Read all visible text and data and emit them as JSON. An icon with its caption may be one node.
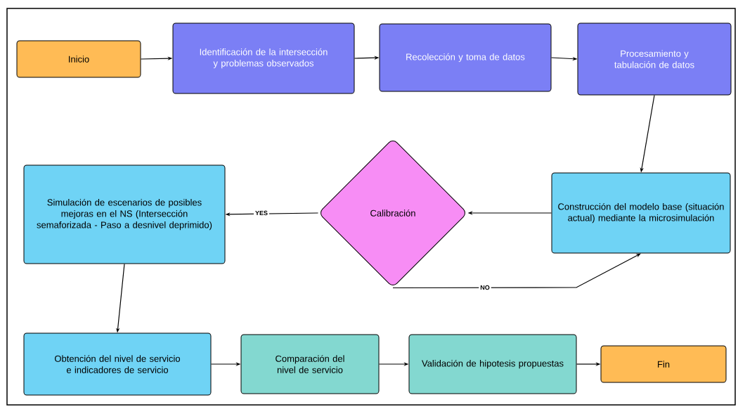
{
  "diagram": {
    "nodes": [
      {
        "text": [
          "Inicio"
        ]
      },
      {
        "text": [
          "Identificación de la intersección y problemas observados"
        ]
      },
      {
        "text": [
          "Recolección y toma de datos"
        ]
      },
      {
        "text": [
          "Procesamiento y tabulación de datos"
        ]
      },
      {
        "text": [
          "Construcción del modelo base (situación actual) mediante la microsimulación"
        ]
      },
      {
        "text": [
          "Calibración"
        ]
      },
      {
        "text": [
          "Simulación de escenarios de posibles mejoras en el NS (Intersección semaforizada - Paso a desnivel deprimido)"
        ]
      },
      {
        "text": [
          "Obtención del nivel de servicio e indicadores de servicio"
        ]
      },
      {
        "text": [
          "Comparación del nivel de servicio"
        ]
      },
      {
        "text": [
          "Validación de hipotesis propuestas"
        ]
      },
      {
        "text": [
          "Fin"
        ]
      }
    ],
    "edges": [
      {
        "from": 0,
        "to": 1,
        "arrow": "to"
      },
      {
        "from": 1,
        "to": 2,
        "arrow": "to"
      },
      {
        "from": 2,
        "to": 3,
        "arrow": "to"
      },
      {
        "from": 3,
        "to": 4,
        "arrow": "to"
      },
      {
        "from": 4,
        "to": 5,
        "arrow": "to"
      },
      {
        "from": 5,
        "to": 6,
        "arrow": "to",
        "label": "YES"
      },
      {
        "from": 5,
        "to": 4,
        "arrow": "to",
        "label": "NO"
      },
      {
        "from": 6,
        "to": 7,
        "arrow": "to"
      },
      {
        "from": 7,
        "to": 8,
        "arrow": "to"
      },
      {
        "from": 8,
        "to": 9,
        "arrow": "to"
      },
      {
        "from": 9,
        "to": 10,
        "arrow": "to"
      }
    ]
  }
}
